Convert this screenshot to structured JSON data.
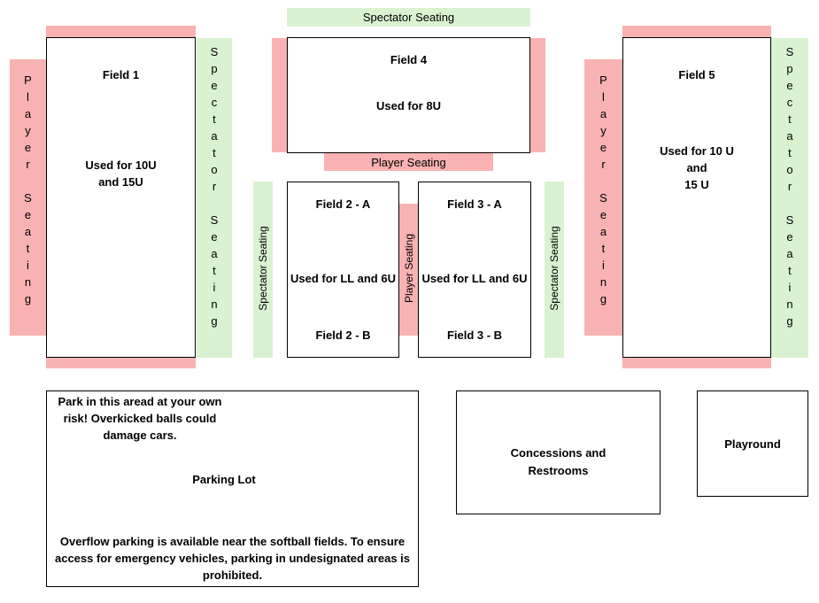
{
  "fields": {
    "field1": {
      "title": "Field 1",
      "use": "Used for 10U\nand 15U"
    },
    "field4": {
      "title": "Field 4",
      "use": "Used for 8U"
    },
    "field5": {
      "title": "Field 5",
      "use": "Used for 10 U\nand\n15 U"
    },
    "field2": {
      "top": "Field 2 - A",
      "use": "Used for LL and 6U",
      "bottom": "Field 2 - B"
    },
    "field3": {
      "top": "Field 3 - A",
      "use": "Used for LL and 6U",
      "bottom": "Field 3 - B"
    }
  },
  "seating": {
    "spectator": "Spectator Seating",
    "player": "Player Seating",
    "player_word1": "Player",
    "player_word2": "Seating",
    "spectator_word1": "Spectator",
    "spectator_word2": "Seating"
  },
  "parking": {
    "warning": "Park in this aread at your own\nrisk!  Overkicked balls could\ndamage cars.",
    "title": "Parking Lot",
    "overflow": "Overflow parking is available near the softball fields.  To ensure\naccess for emergency vehicles, parking in undesignated areas is\nprohibited."
  },
  "concessions": {
    "label": "Concessions and\nRestrooms"
  },
  "playground": {
    "label": "Playround"
  },
  "colors": {
    "player_seating": "#f9b2b2",
    "spectator_seating": "#d9f2d0"
  }
}
